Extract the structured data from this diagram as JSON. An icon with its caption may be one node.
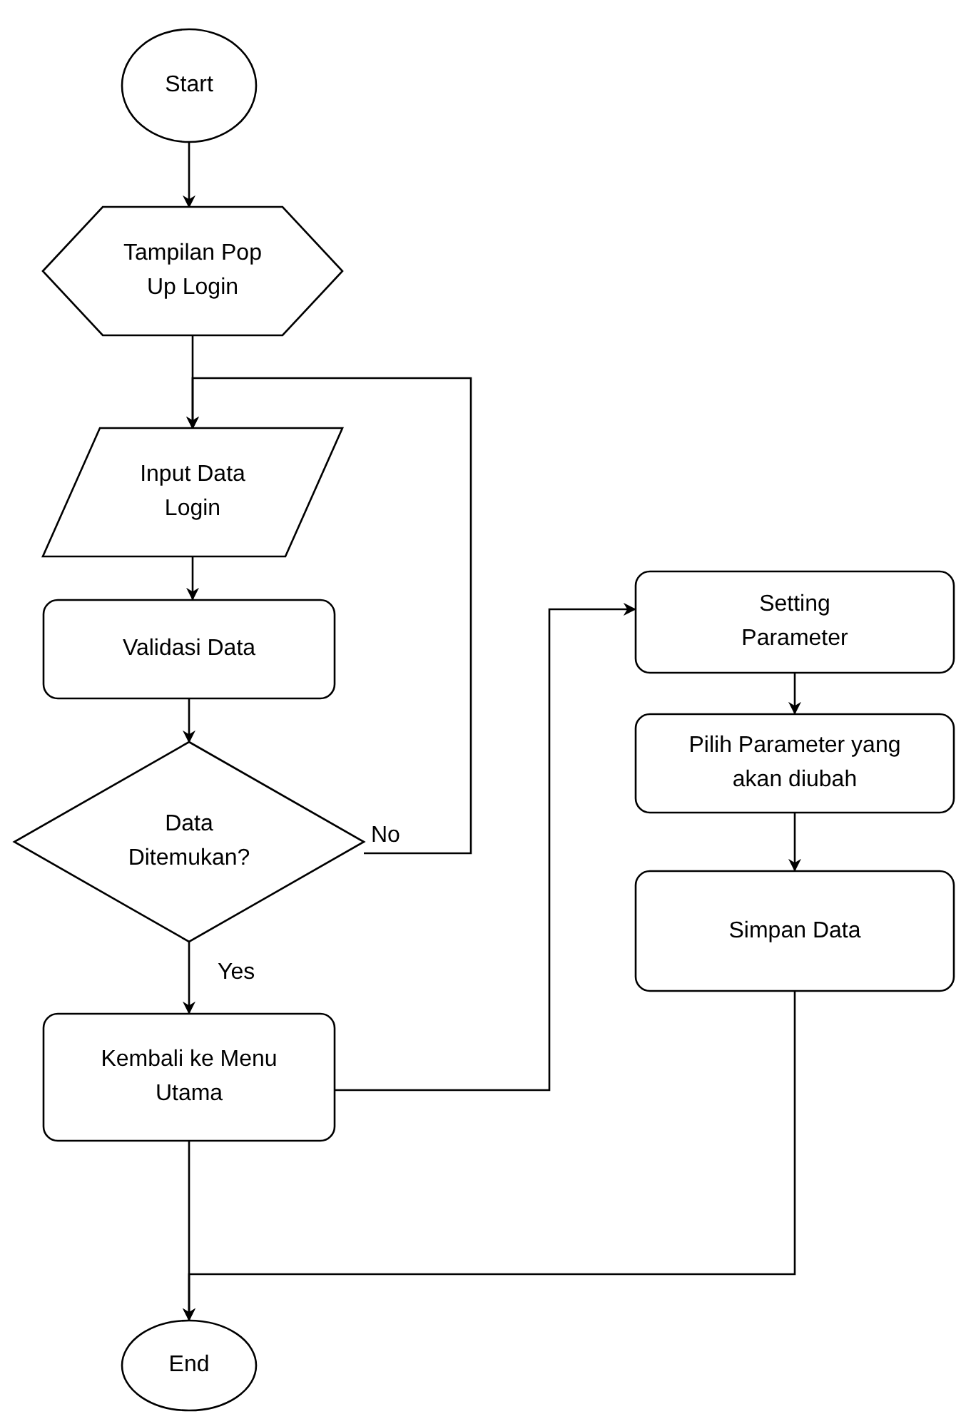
{
  "diagram": {
    "nodes": [
      {
        "text": [
          "Start"
        ]
      },
      {
        "text": [
          "Tampilan Pop Up Login"
        ]
      },
      {
        "text": [
          "Input Data Login"
        ]
      },
      {
        "text": [
          "Validasi Data"
        ]
      },
      {
        "text": [
          "Data Ditemukan?"
        ]
      },
      {
        "text": [
          "Kembali ke Menu Utama"
        ]
      },
      {
        "text": [
          "Setting Parameter"
        ]
      },
      {
        "text": [
          "Pilih Parameter yang akan diubah"
        ]
      },
      {
        "text": [
          "Simpan Data"
        ]
      },
      {
        "text": [
          "End"
        ]
      }
    ],
    "edges": [
      {
        "from": 0,
        "to": 1,
        "arrow": "to"
      },
      {
        "from": 1,
        "to": 2,
        "arrow": "to"
      },
      {
        "from": 2,
        "to": 3,
        "arrow": "to"
      },
      {
        "from": 3,
        "to": 4,
        "arrow": "to"
      },
      {
        "from": 4,
        "to": 2,
        "arrow": "to",
        "label": "No"
      },
      {
        "from": 4,
        "to": 5,
        "arrow": "to",
        "label": "Yes"
      },
      {
        "from": 5,
        "to": 6,
        "arrow": "to"
      },
      {
        "from": 6,
        "to": 7,
        "arrow": "to"
      },
      {
        "from": 7,
        "to": 8,
        "arrow": "to"
      },
      {
        "from": 8,
        "to": 9,
        "arrow": "to"
      },
      {
        "from": 5,
        "to": 9,
        "arrow": "to"
      }
    ]
  }
}
